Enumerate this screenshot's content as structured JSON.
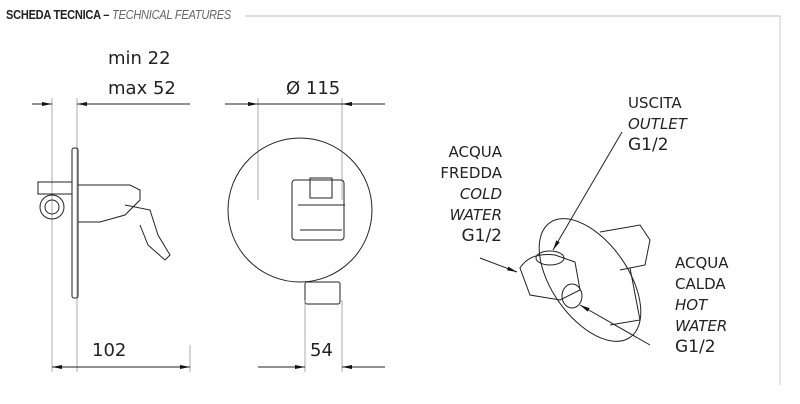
{
  "header": {
    "title_it": "SCHEDA TECNICA",
    "separator": "–",
    "title_en": "TECHNICAL FEATURES"
  },
  "side_view": {
    "depth_min": "min 22",
    "depth_max": "max 52",
    "length": "102"
  },
  "front_view": {
    "diameter": "Ø 115",
    "height": "54"
  },
  "iso_view": {
    "outlet": {
      "it": "USCITA",
      "en": "OUTLET",
      "size": "G1/2"
    },
    "cold": {
      "it1": "ACQUA",
      "it2": "FREDDA",
      "en1": "COLD",
      "en2": "WATER",
      "size": "G1/2"
    },
    "hot": {
      "it1": "ACQUA",
      "it2": "CALDA",
      "en1": "HOT",
      "en2": "WATER",
      "size": "G1/2"
    }
  }
}
